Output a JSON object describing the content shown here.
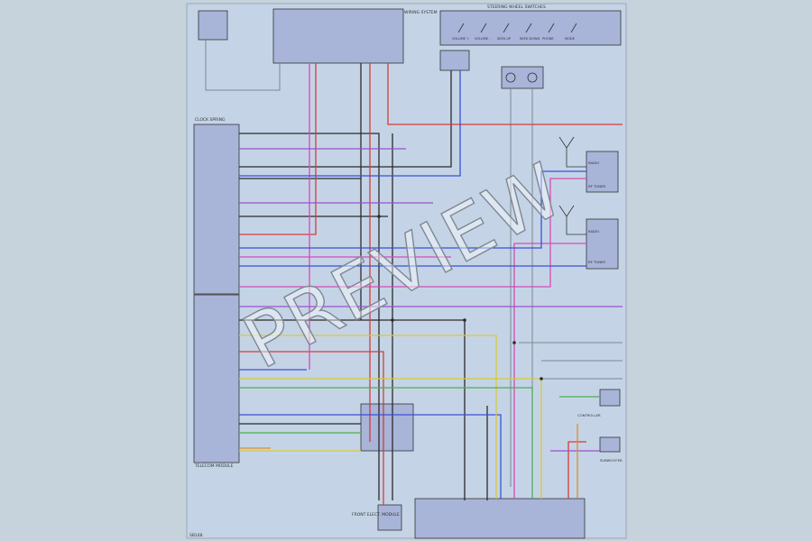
{
  "sheet": {
    "footer_code": "SB148",
    "left_ecu_label": "CLOCK SPRING",
    "left_lower_label": "TELECOM MODULE",
    "bottom_box_label": "FRONT ELECT. MODULE",
    "top_switch_label": "WIRING SYSTEM",
    "steering_switches_label": "STEERING WHEEL SWITCHES",
    "steering_switch_names": [
      "VOLUME +",
      "VOLUME -",
      "SEEK UP",
      "SEEK DOWN",
      "PHONE",
      "MODE"
    ],
    "antenna_1_label": "RADIO",
    "antenna_2_label": "RADIO",
    "right_box_1_label": "RF TUNER",
    "right_box_2_label": "RF TUNER",
    "lower_right_label": "CONTROLLER",
    "bottom_right_label": "SUBWOOFER"
  },
  "watermark": "PREVIEW"
}
